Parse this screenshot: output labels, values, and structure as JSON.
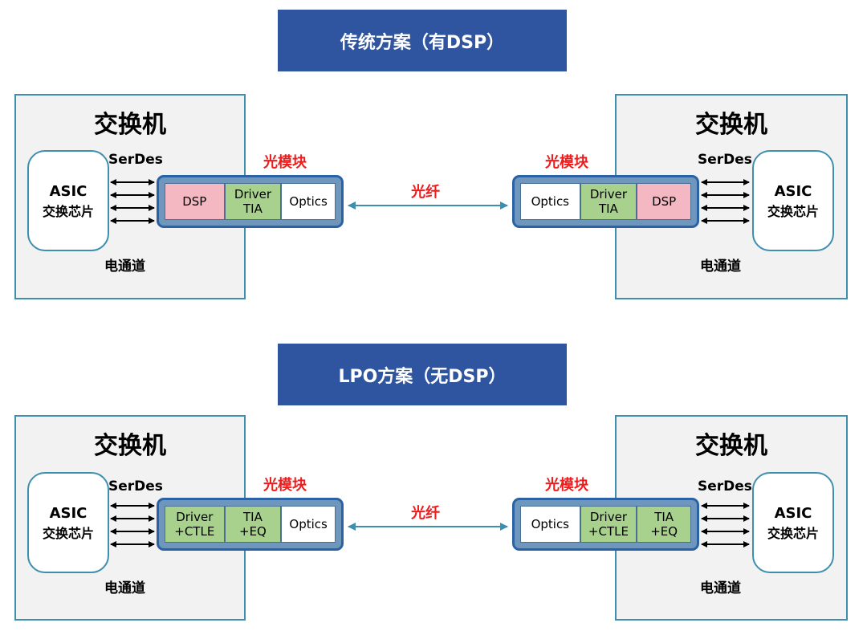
{
  "sections": [
    {
      "banner": "传统方案（有DSP）",
      "left": {
        "switch_title": "交换机",
        "asic_line1": "ASIC",
        "asic_line2": "交换芯片",
        "serdes": "SerDes",
        "channel": "电通道",
        "module_label": "光模块",
        "cells": [
          "DSP",
          "Driver\nTIA",
          "Optics"
        ]
      },
      "fiber": "光纤",
      "right": {
        "switch_title": "交换机",
        "asic_line1": "ASIC",
        "asic_line2": "交换芯片",
        "serdes": "SerDes",
        "channel": "电通道",
        "module_label": "光模块",
        "cells": [
          "Optics",
          "Driver\nTIA",
          "DSP"
        ]
      }
    },
    {
      "banner": "LPO方案（无DSP）",
      "left": {
        "switch_title": "交换机",
        "asic_line1": "ASIC",
        "asic_line2": "交换芯片",
        "serdes": "SerDes",
        "channel": "电通道",
        "module_label": "光模块",
        "cells": [
          "Driver\n+CTLE",
          "TIA\n+EQ",
          "Optics"
        ]
      },
      "fiber": "光纤",
      "right": {
        "switch_title": "交换机",
        "asic_line1": "ASIC",
        "asic_line2": "交换芯片",
        "serdes": "SerDes",
        "channel": "电通道",
        "module_label": "光模块",
        "cells": [
          "Optics",
          "Driver\n+CTLE",
          "TIA\n+EQ"
        ]
      }
    }
  ],
  "colors": {
    "banner": "#2f55a0",
    "border": "#3e8fae",
    "module": "#6f96bc",
    "dsp": "#f4b8c2",
    "analog": "#a8d18d",
    "highlight_text": "#ee1c1c",
    "fiber_line": "#3e8fae"
  }
}
